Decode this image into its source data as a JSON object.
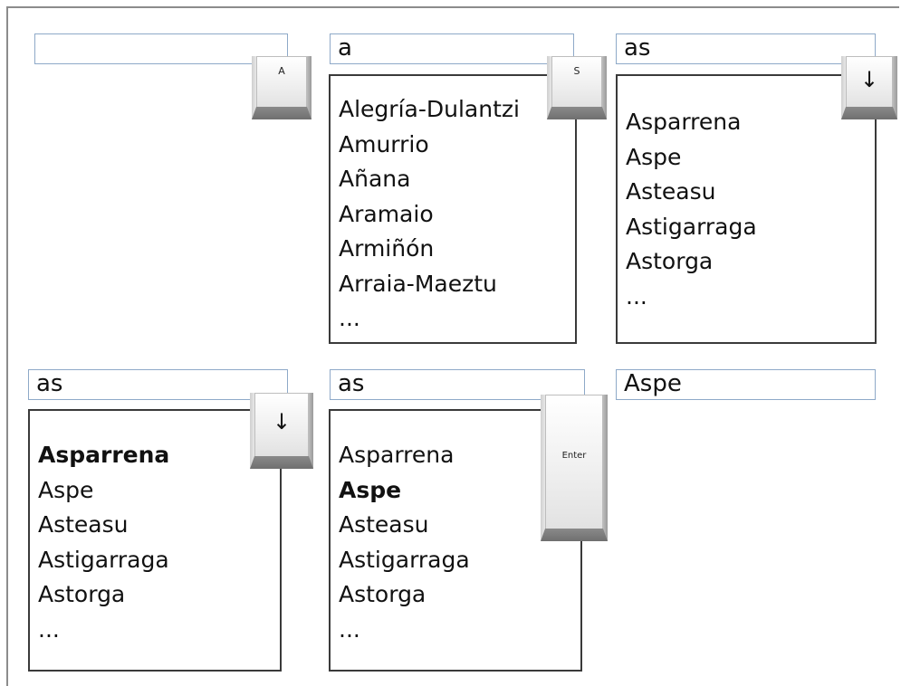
{
  "panels": [
    {
      "input": "",
      "key": {
        "label": "A",
        "kind": "text"
      },
      "list": null
    },
    {
      "input": "a",
      "key": {
        "label": "S",
        "kind": "text"
      },
      "list": [
        "Alegría-Dulantzi",
        "Amurrio",
        "Añana",
        "Aramaio",
        "Armiñón",
        "Arraia-Maeztu",
        "..."
      ],
      "bold_index": -1
    },
    {
      "input": "as",
      "key": {
        "label": "↓",
        "kind": "arrow",
        "icon": "arrow-down-icon"
      },
      "list": [
        "Asparrena",
        "Aspe",
        "Asteasu",
        "Astigarraga",
        "Astorga",
        "..."
      ],
      "bold_index": -1
    },
    {
      "input": "as",
      "key": {
        "label": "↓",
        "kind": "arrow",
        "icon": "arrow-down-icon"
      },
      "list": [
        "Asparrena",
        "Aspe",
        "Asteasu",
        "Astigarraga",
        "Astorga",
        "..."
      ],
      "bold_index": 0
    },
    {
      "input": "as",
      "key": {
        "label": "Enter",
        "kind": "text"
      },
      "list": [
        "Asparrena",
        "Aspe",
        "Asteasu",
        "Astigarraga",
        "Astorga",
        "..."
      ],
      "bold_index": 1
    },
    {
      "input": "Aspe",
      "key": null,
      "list": null
    }
  ]
}
